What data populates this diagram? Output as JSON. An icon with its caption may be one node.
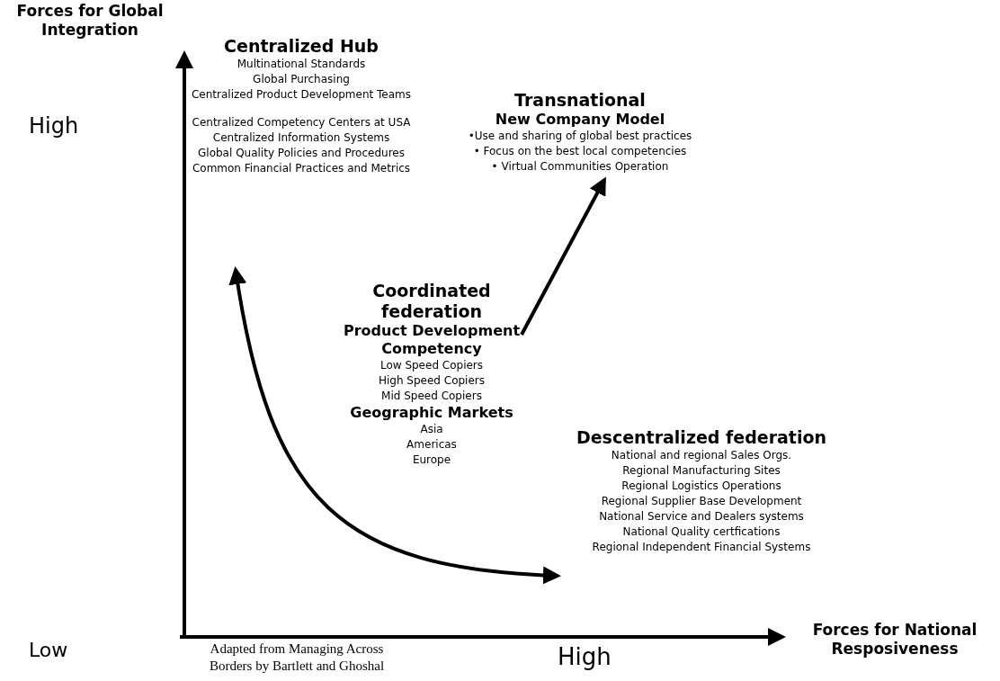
{
  "diagram": {
    "caption": "Adapted from Managing Across Borders by Bartlett and Ghoshal",
    "nodes": [
      {
        "text": [
          "Centralized Hub",
          "Multinational Standards",
          "Global Purchasing",
          "Centralized Product Development Teams",
          "Centralized Competency Centers at USA",
          "Centralized Information Systems",
          "Global Quality Policies and Procedures",
          "Common Financial Practices and Metrics"
        ]
      },
      {
        "text": [
          "Coordinated federation",
          "Product Development Competency",
          "Low Speed Copiers",
          "High Speed Copiers",
          "Mid Speed Copiers",
          "Geographic Markets",
          "Asia",
          "Americas",
          "Europe"
        ]
      },
      {
        "text": [
          "Transnational",
          "New Company Model",
          "•Use and sharing of global best practices",
          "• Focus on the best local competencies",
          "• Virtual Communities Operation"
        ]
      },
      {
        "text": [
          "Descentralized federation",
          "National and regional Sales Orgs.",
          "Regional Manufacturing Sites",
          "Regional Logistics Operations",
          "Regional Supplier Base Development",
          "National Service and Dealers systems",
          "National Quality certfications",
          "Regional Independent Financial Systems"
        ]
      }
    ],
    "edges": [
      {
        "from": 1,
        "to": 2,
        "arrow": "to"
      },
      {
        "from": 0,
        "to": 3,
        "arrow": "both"
      }
    ],
    "labels": [
      "Forces for Global Integration",
      "High",
      "Low",
      "High",
      "Forces for National Resposiveness"
    ]
  }
}
